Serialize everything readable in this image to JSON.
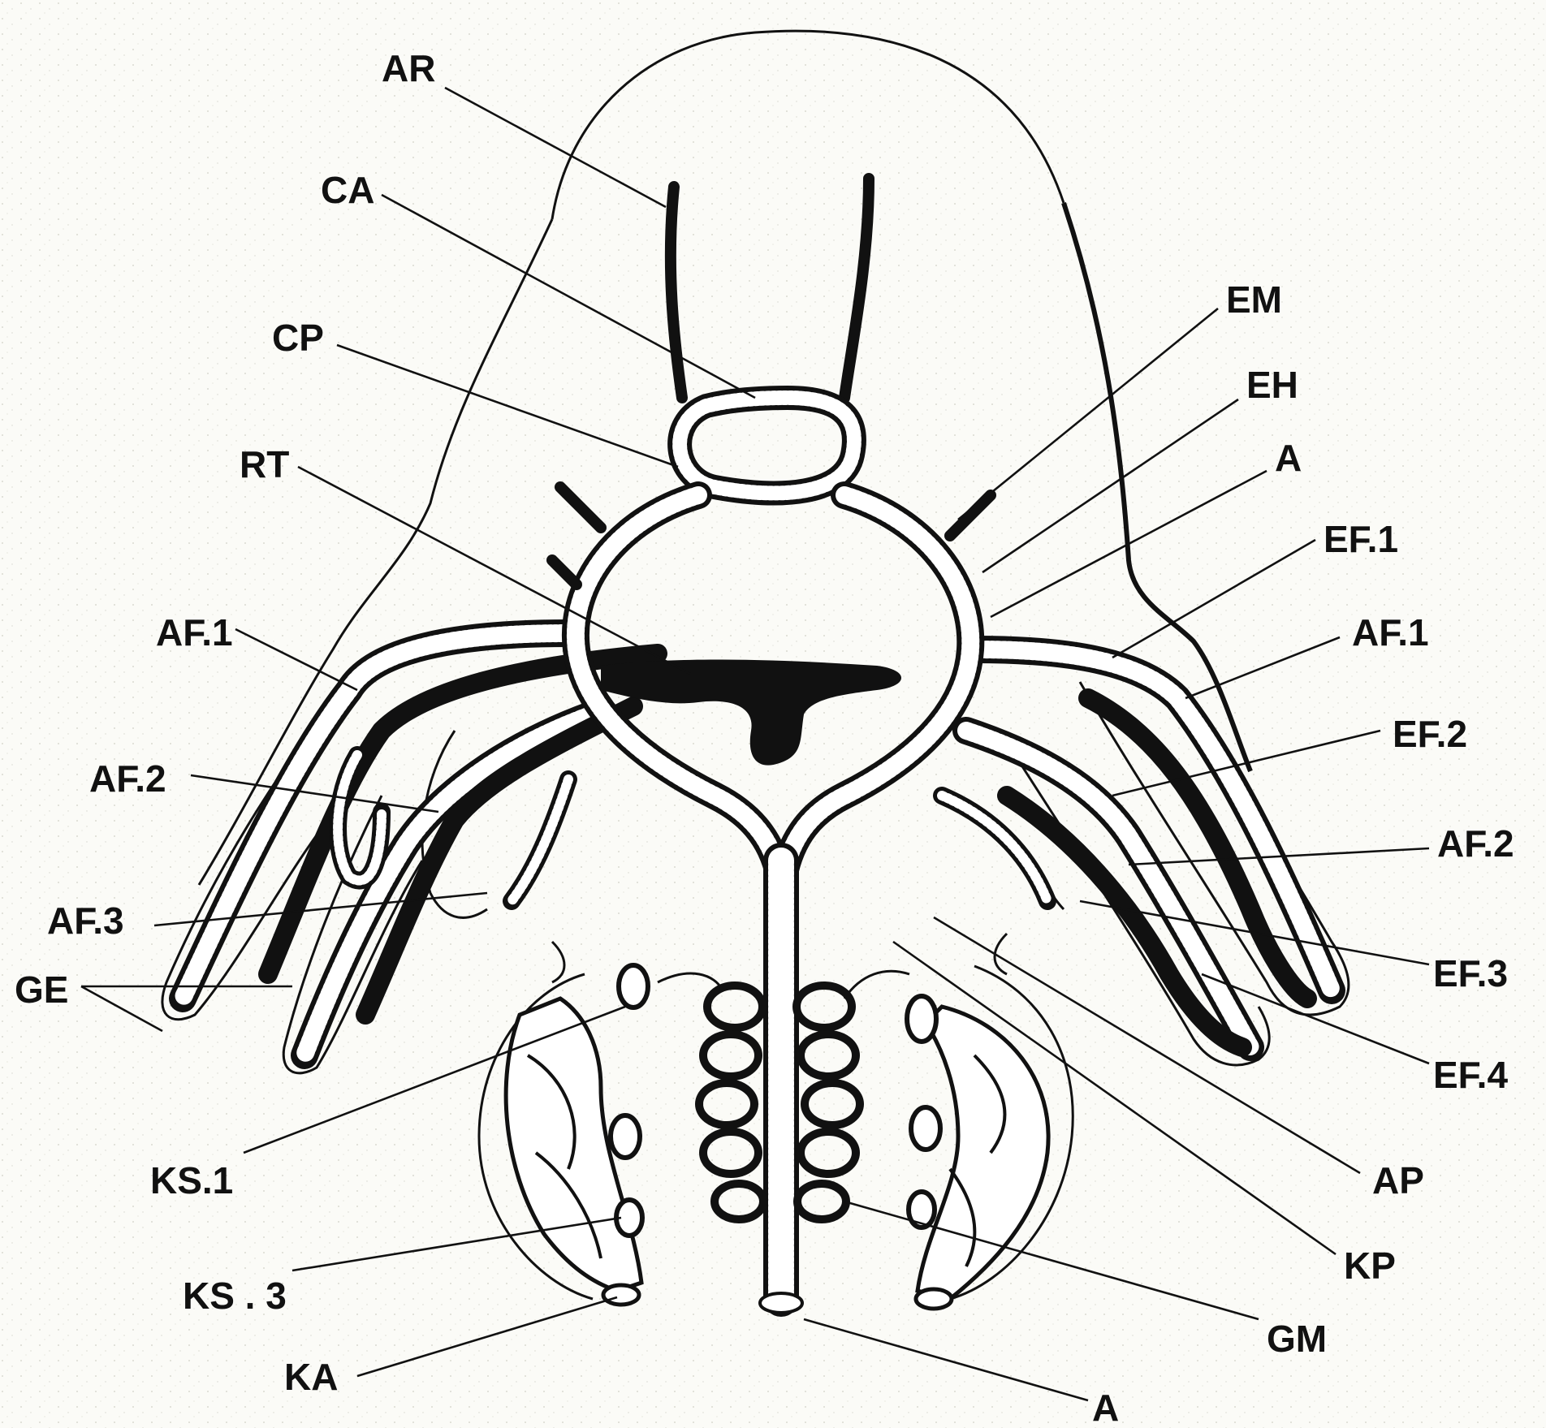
{
  "figure": {
    "labels": {
      "AR": "AR",
      "CA": "CA",
      "CP": "CP",
      "RT": "RT",
      "AF1_left": "AF.1",
      "AF2_left": "AF.2",
      "AF3_left": "AF.3",
      "GE": "GE",
      "KS1": "KS.1",
      "KS3": "KS . 3",
      "KA": "KA",
      "EM": "EM",
      "EH": "EH",
      "A_upper": "A",
      "EF1": "EF.1",
      "AF1_right": "AF.1",
      "EF2": "EF.2",
      "AF2_right": "AF.2",
      "EF3": "EF.3",
      "EF4": "EF.4",
      "AP": "AP",
      "KP": "KP",
      "GM": "GM",
      "A_lower": "A"
    }
  },
  "colors": {
    "ink": "#111111",
    "paper": "#fbfbf7",
    "vessel_stripe": "#ffffff"
  }
}
